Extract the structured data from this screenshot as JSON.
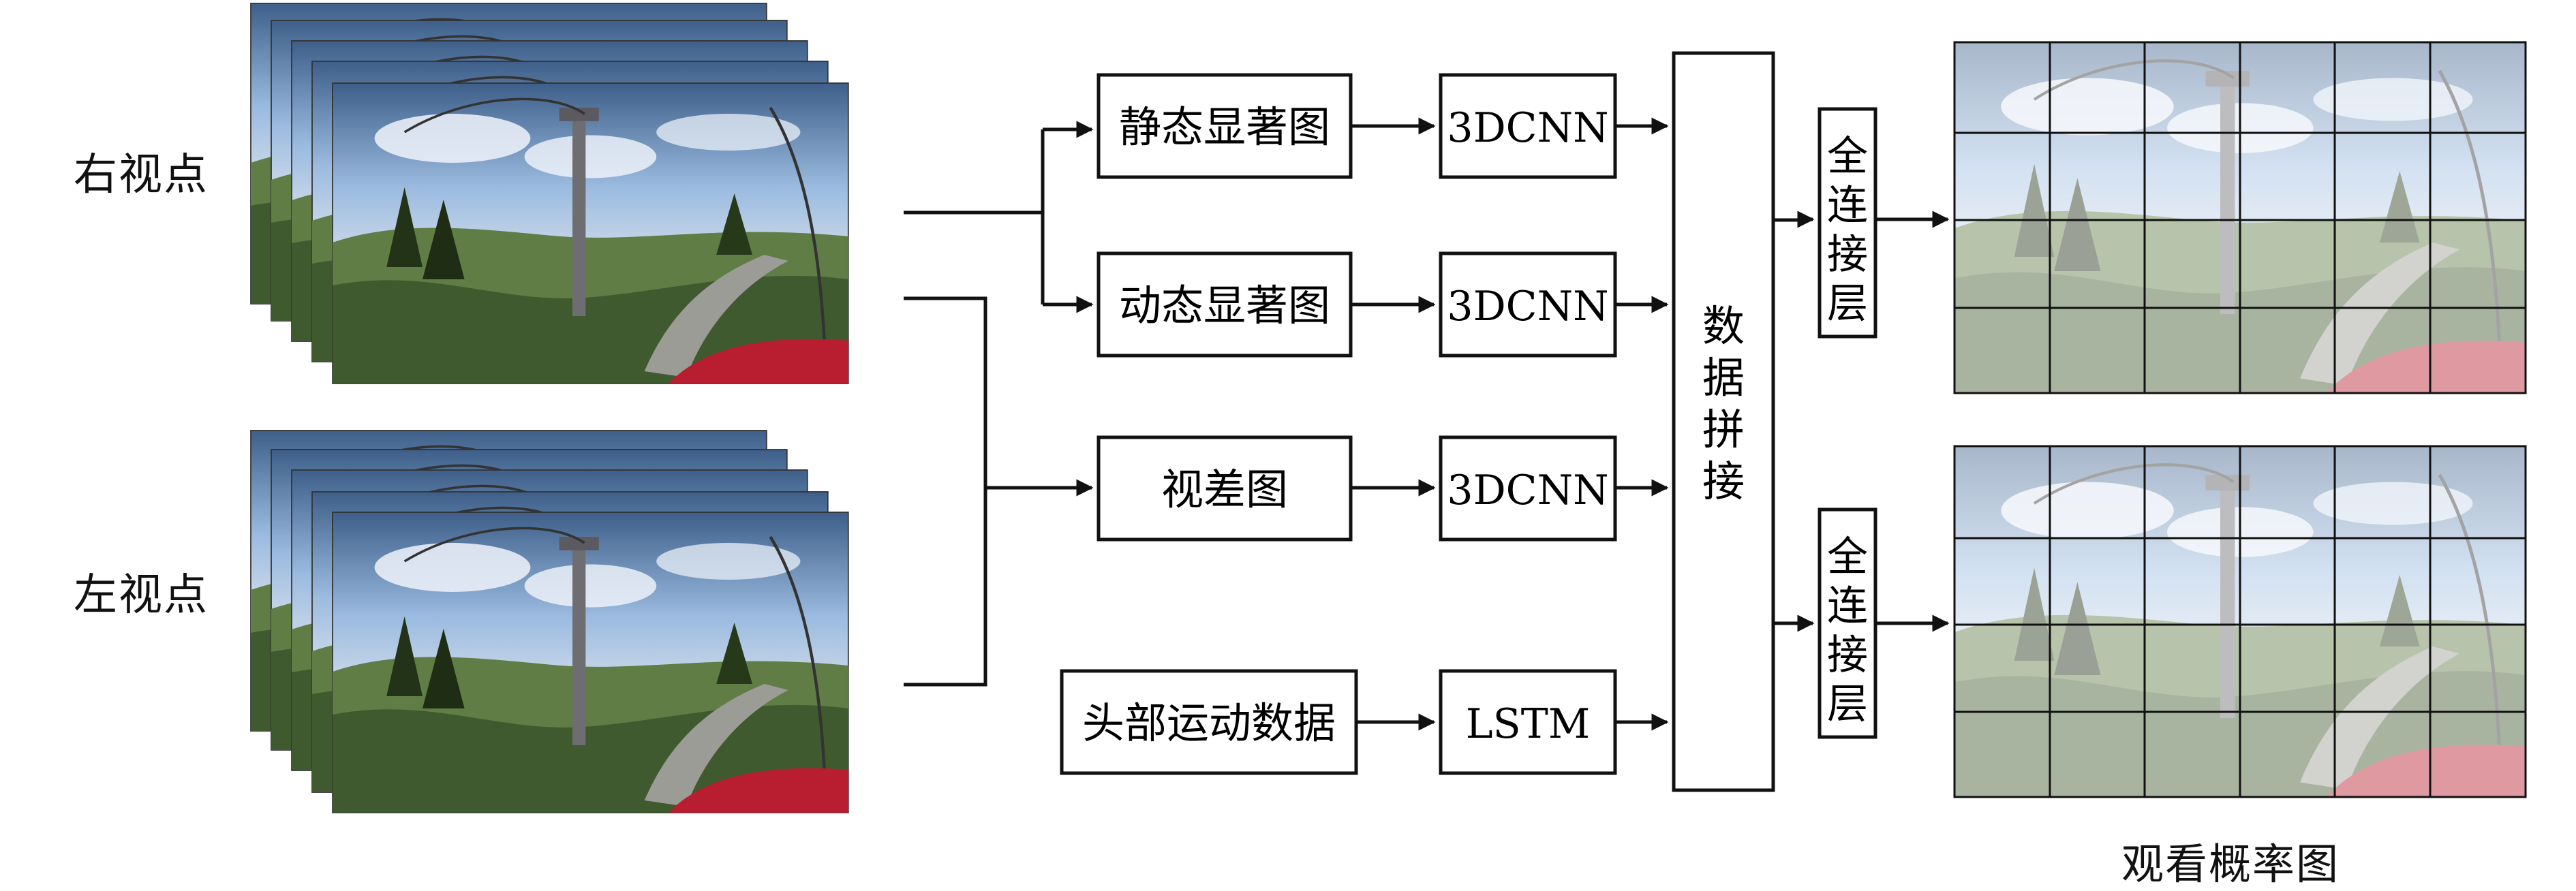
{
  "inputs": {
    "right_view_label": "右视点",
    "left_view_label": "左视点"
  },
  "features": {
    "static_saliency": "静态显著图",
    "dynamic_saliency": "动态显著图",
    "disparity": "视差图",
    "head_motion": "头部运动数据"
  },
  "models": {
    "cnn_1": "3DCNN",
    "cnn_2": "3DCNN",
    "cnn_3": "3DCNN",
    "lstm": "LSTM"
  },
  "concat_label": "数据拼接",
  "fc": {
    "top": "全连接层",
    "bottom": "全连接层"
  },
  "output_label": "观看概率图",
  "colors": {
    "line": "#111111",
    "sky": "#8fb1d9",
    "grass": "#5b7f3a",
    "overlay": "#ffffff"
  }
}
